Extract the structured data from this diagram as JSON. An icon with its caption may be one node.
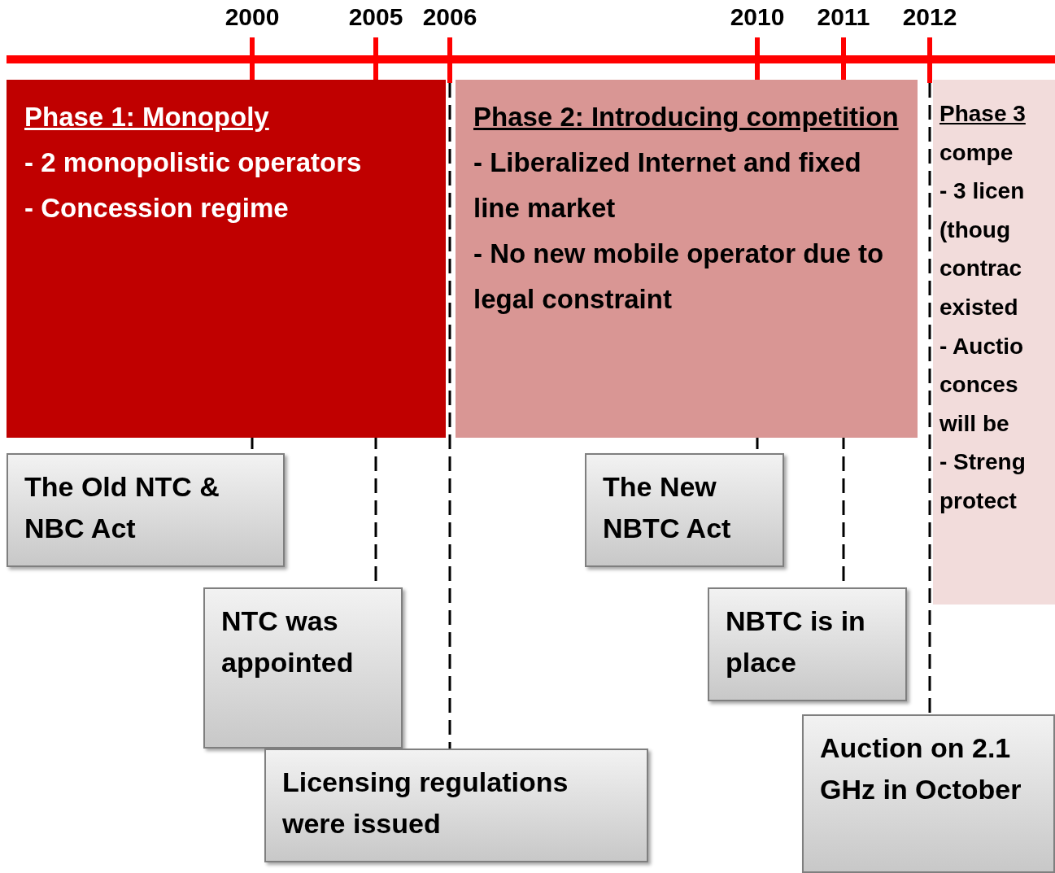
{
  "diagram": {
    "nodes": [
      {
        "text": [
          "Phase 1: Monopoly",
          "- 2 monopolistic operators",
          "- Concession regime"
        ]
      },
      {
        "text": [
          "Phase 2: Introducing competition",
          "- Liberalized Internet and fixed line market",
          "- No new mobile operator due to legal constraint"
        ]
      },
      {
        "text": [
          "Phase 3",
          "compe",
          "- 3 licen",
          "(thoug contrac existed",
          "- Auctio conces will be",
          "- Streng protect"
        ]
      },
      {
        "text": [
          "The Old NTC & NBC Act"
        ]
      },
      {
        "text": [
          "NTC was appointed"
        ]
      },
      {
        "text": [
          "Licensing regulations were issued"
        ]
      },
      {
        "text": [
          "The New NBTC Act"
        ]
      },
      {
        "text": [
          "NBTC is in place"
        ]
      },
      {
        "text": [
          "Auction on 2.1 GHz in October"
        ]
      }
    ],
    "labels": [
      "2000",
      "2005",
      "2006",
      "2010",
      "2011",
      "2012"
    ]
  }
}
